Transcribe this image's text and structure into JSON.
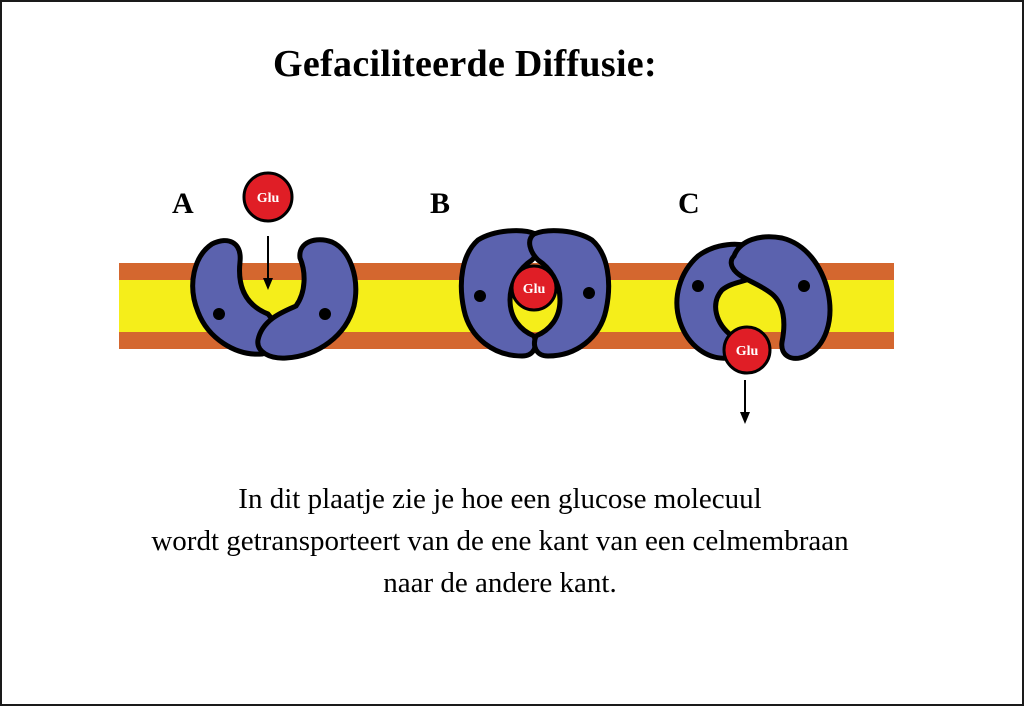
{
  "title": "Gefaciliteerde Diffusie:",
  "stages": [
    {
      "label": "A",
      "molecule": "Glu"
    },
    {
      "label": "B",
      "molecule": "Glu"
    },
    {
      "label": "C",
      "molecule": "Glu"
    }
  ],
  "caption": [
    "In dit plaatje zie je hoe een glucose molecuul",
    "wordt getransporteert van de ene kant van een celmembraan",
    "naar de andere kant."
  ],
  "colors": {
    "membrane_outer": "#d4672f",
    "membrane_inner": "#f5ee1a",
    "protein": "#5b62ae",
    "protein_outline": "#000000",
    "molecule": "#e01e26"
  }
}
